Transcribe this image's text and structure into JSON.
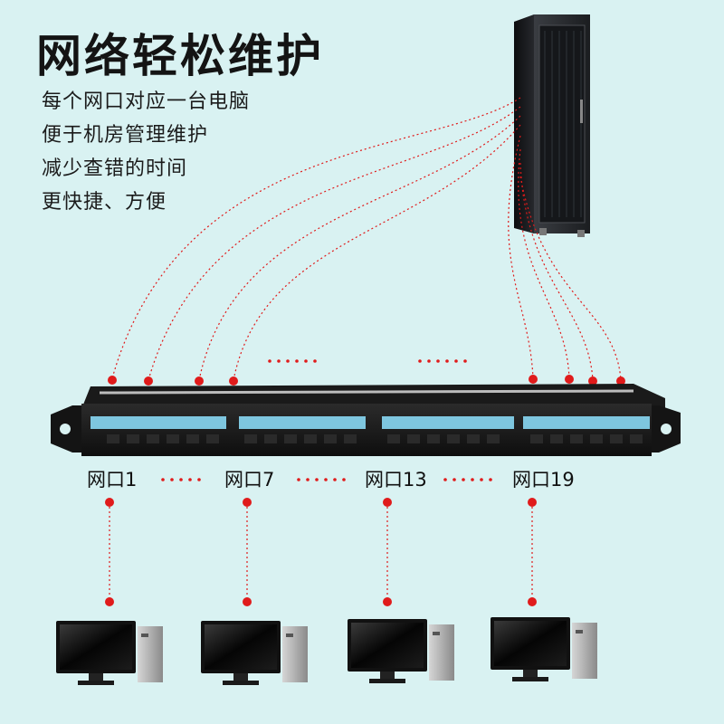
{
  "headline": "网络轻松维护",
  "features": [
    "每个网口对应一台电脑",
    "便于机房管理维护",
    "减少查错的时间",
    "更快捷、方便"
  ],
  "port_labels": [
    "网口1",
    "网口7",
    "网口13",
    "网口19"
  ],
  "colors": {
    "background": "#d9f2f2",
    "link_red": "#e01b1b",
    "port_blue": "#7ec6df",
    "panel_black": "#121212"
  },
  "icons": [
    "server-rack-icon",
    "patch-panel-icon",
    "desktop-computer-icon"
  ]
}
